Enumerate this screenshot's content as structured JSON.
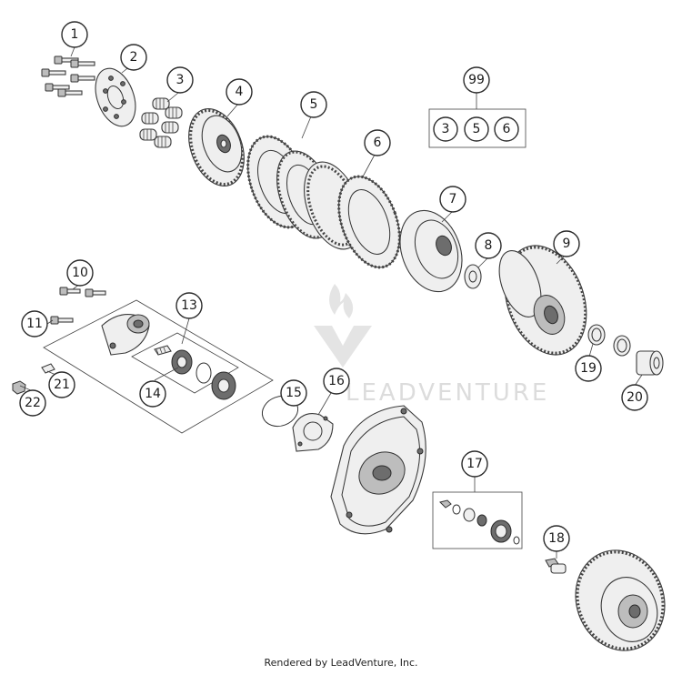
{
  "diagram": {
    "callouts": [
      "1",
      "2",
      "3",
      "4",
      "5",
      "6",
      "7",
      "8",
      "9",
      "10",
      "11",
      "13",
      "14",
      "15",
      "16",
      "17",
      "18",
      "19",
      "20",
      "21",
      "22",
      "99"
    ],
    "kit_99_contents": [
      "3",
      "5",
      "6"
    ],
    "watermark": "LEADVENTURE",
    "credit": "Rendered by LeadVenture, Inc."
  }
}
